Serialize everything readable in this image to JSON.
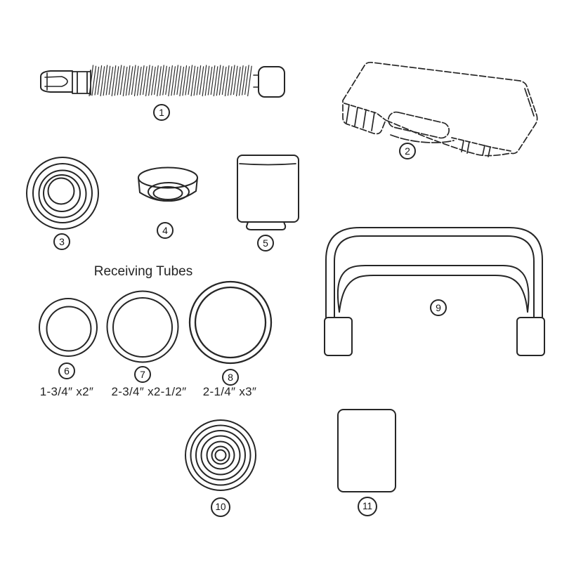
{
  "page": {
    "background": "#ffffff",
    "ink": "#262626"
  },
  "section": {
    "label": "Receiving Tubes"
  },
  "parts": [
    {
      "number": "1",
      "alt": "threaded-forcing-screw"
    },
    {
      "number": "2",
      "alt": "blow-molded-carrying-case"
    },
    {
      "number": "3",
      "alt": "adapter-cup-top-view"
    },
    {
      "number": "4",
      "alt": "flanged-adapter-cup"
    },
    {
      "number": "5",
      "alt": "receiver-cup-side-view"
    },
    {
      "number": "6",
      "alt": "receiving-tube-small",
      "size": "1-3/4″  x2″"
    },
    {
      "number": "7",
      "alt": "receiving-tube-medium",
      "size": "2-3/4″  x2-1/2″"
    },
    {
      "number": "8",
      "alt": "receiving-tube-large",
      "size": "2-1/4″  x3″"
    },
    {
      "number": "9",
      "alt": "c-frame-press"
    },
    {
      "number": "10",
      "alt": "adapter-stack-top-view"
    },
    {
      "number": "11",
      "alt": "sleeve-side-view"
    }
  ]
}
